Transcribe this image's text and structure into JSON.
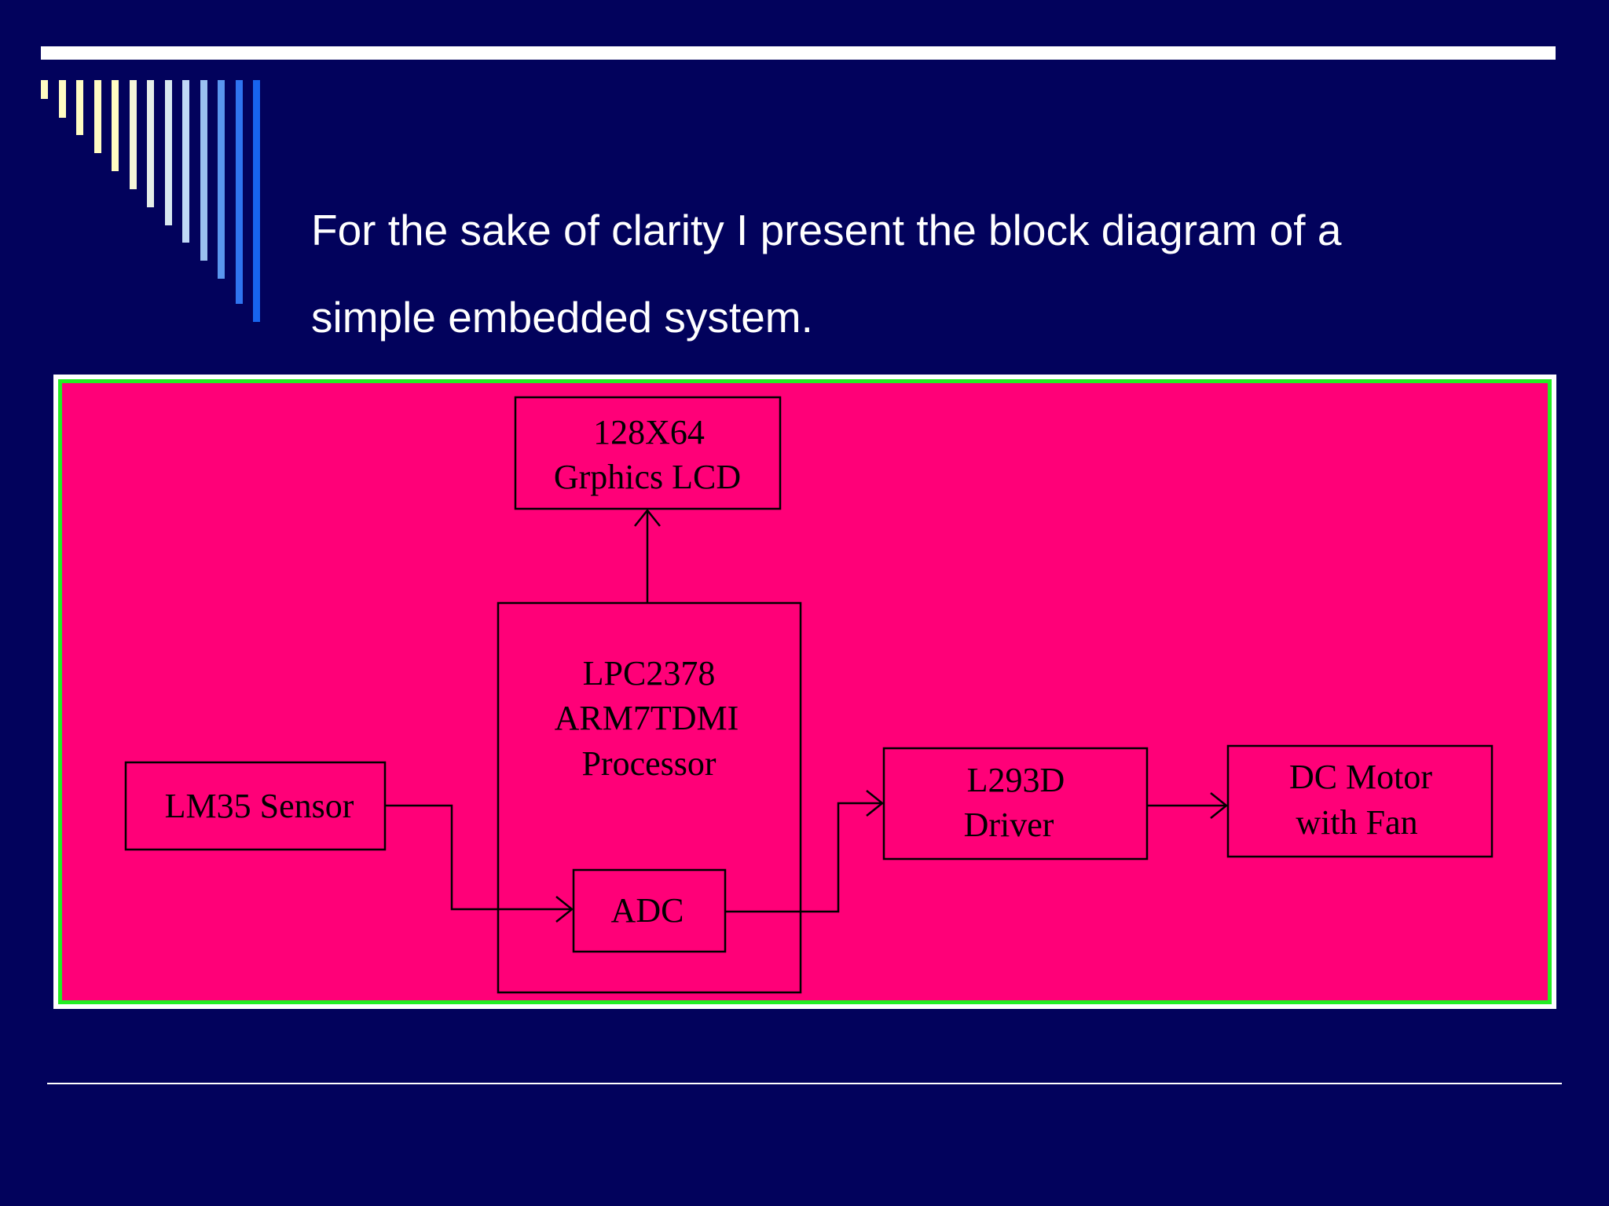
{
  "colors": {
    "background": "#02025c",
    "rule": "#ffffff",
    "heading_text": "#ffffff",
    "diagram_fill": "#ff0078",
    "diagram_frame_outer": "#ffffff",
    "diagram_frame_inner": "#22ee22",
    "diagram_ink": "#000000",
    "stripes": [
      "#fffcc2",
      "#fffcc2",
      "#fffcc2",
      "#fffcc2",
      "#fffcc2",
      "#f6f6d8",
      "#e6eee8",
      "#d8e8f0",
      "#c0d8f6",
      "#9ac0f0",
      "#5a96ee",
      "#2f74f0",
      "#1764ee"
    ]
  },
  "heading": {
    "line1": "For the sake of clarity I present the block diagram of a",
    "line2": "simple embedded system."
  },
  "diagram": {
    "blocks": {
      "lcd": {
        "line1": "128X64",
        "line2": "Grphics LCD"
      },
      "processor": {
        "line1": "LPC2378",
        "line2": "ARM7TDMI",
        "line3": "Processor"
      },
      "adc": {
        "label": "ADC"
      },
      "sensor": {
        "label": "LM35 Sensor"
      },
      "driver": {
        "line1": "L293D",
        "line2": "Driver"
      },
      "motor": {
        "line1": "DC Motor",
        "line2": "with Fan"
      }
    },
    "connections": [
      {
        "from": "sensor",
        "to": "adc"
      },
      {
        "from": "processor",
        "to": "lcd"
      },
      {
        "from": "adc",
        "to": "driver"
      },
      {
        "from": "driver",
        "to": "motor"
      }
    ]
  }
}
